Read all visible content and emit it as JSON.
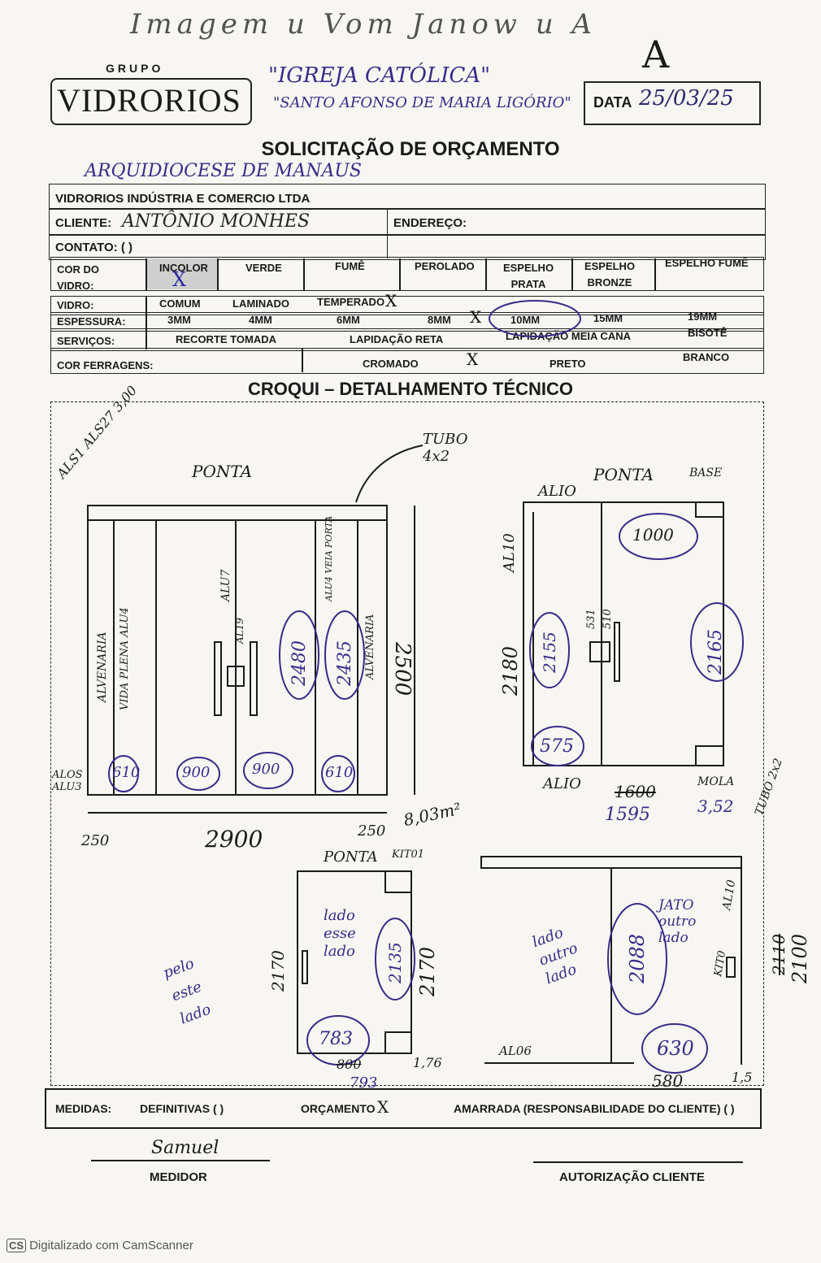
{
  "header": {
    "top_scribble": "Imagem u Vom Janow u A",
    "top_letter": "A",
    "logo_grupo": "GRUPO",
    "logo_name": "VIDRORIOS",
    "project_line1": "\"IGREJA CATÓLICA\"",
    "project_line2": "\"SANTO AFONSO DE MARIA LIGÓRIO\"",
    "date_label": "DATA",
    "date_value": "25/03/25",
    "doc_title": "SOLICITAÇÃO DE ORÇAMENTO",
    "subtitle_handwritten": "ARQUIDIOCESE DE MANAUS"
  },
  "form": {
    "company": "VIDRORIOS INDÚSTRIA E COMERCIO LTDA",
    "client_label": "CLIENTE:",
    "client_value": "ANTÔNIO MONHES",
    "address_label": "ENDEREÇO:",
    "contact_label": "CONTATO: (  )",
    "glass_color_label": "COR DO VIDRO:",
    "glass_colors": [
      "INCOLOR",
      "VERDE",
      "FUMÊ",
      "PEROLADO",
      "ESPELHO PRATA",
      "ESPELHO BRONZE",
      "ESPELHO FUMÊ"
    ],
    "glass_label": "VIDRO:",
    "glass_types": [
      "COMUM",
      "LAMINADO",
      "TEMPERADO"
    ],
    "thickness_label": "ESPESSURA:",
    "thicknesses": [
      "3MM",
      "4MM",
      "6MM",
      "8MM",
      "10MM",
      "15MM",
      "19MM"
    ],
    "services_label": "SERVIÇOS:",
    "services": [
      "RECORTE TOMADA",
      "LAPIDAÇÃO RETA",
      "LAPIDAÇÃO MEIA CANA",
      "BISOTÊ"
    ],
    "hardware_label": "COR FERRAGENS:",
    "hardware_colors": [
      "CROMADO",
      "PRETO",
      "BRANCO"
    ],
    "mark": "X"
  },
  "sketch": {
    "title": "CROQUI – DETALHAMENTO TÉCNICO",
    "d1": {
      "top_label": "PONTA",
      "side_note": "ALS1 ALS27 3,00",
      "tube_note": "TUBO 4x2",
      "height": "2500",
      "width": "2900",
      "left_margin": "250",
      "right_margin": "250",
      "area": "8,03m²",
      "bottom_left_note": "ALOS ALU3",
      "vertical_labels": [
        "ALVENARIA",
        "VIDA PLENA ALU4",
        "ALU7",
        "AL19",
        "ALU4 VEIA PORTA",
        "ALVENARIA"
      ],
      "panel_heights": [
        "2480",
        "2435"
      ],
      "panel_widths": [
        "610",
        "900",
        "900",
        "610"
      ]
    },
    "d2": {
      "top_left": "ALIO",
      "top_label": "PONTA",
      "top_right": "BASE",
      "side_label": "AL10",
      "height": "2180",
      "width_top": "1000",
      "heights": [
        "2155",
        "2165"
      ],
      "small_labels": [
        "531",
        "510"
      ],
      "bottom_width": "575",
      "bottom_left": "ALIO",
      "bottom_mid_struck": "1600",
      "bottom_mid": "1595",
      "bottom_right": "MOLA",
      "bottom_right_value": "3,52"
    },
    "d3": {
      "top_label": "PONTA",
      "top_right": "KIT01",
      "height_left": "2170",
      "height_right": "2170",
      "inner_note": "lado esse lado",
      "inner_height": "2135",
      "bottom_width": "783",
      "bottom_struck": "800",
      "bottom_value": "793",
      "side_value": "1,76",
      "left_note": "pelo este lado"
    },
    "d4": {
      "tube_note": "TUBO 2x2",
      "side_label": "AL10",
      "top_note": "JATO outro lado",
      "left_note": "lado outro lado",
      "height": "2088",
      "right_struck": "2110",
      "right_value": "2100",
      "kit": "KIT0",
      "bottom_width": "630",
      "bottom_left": "AL06",
      "bottom_value": "580",
      "side_value": "1,5"
    }
  },
  "footer_form": {
    "measures_label": "MEDIDAS:",
    "definitive": "DEFINITIVAS (  )",
    "budget": "ORÇAMENTO",
    "tied": "AMARRADA (RESPONSABILIDADE DO CLIENTE) (  )",
    "measurer_signature": "Samuel",
    "measurer_label": "MEDIDOR",
    "client_auth_label": "AUTORIZAÇÃO CLIENTE"
  },
  "scanner": {
    "badge": "CS",
    "text": "Digitalizado com CamScanner"
  }
}
